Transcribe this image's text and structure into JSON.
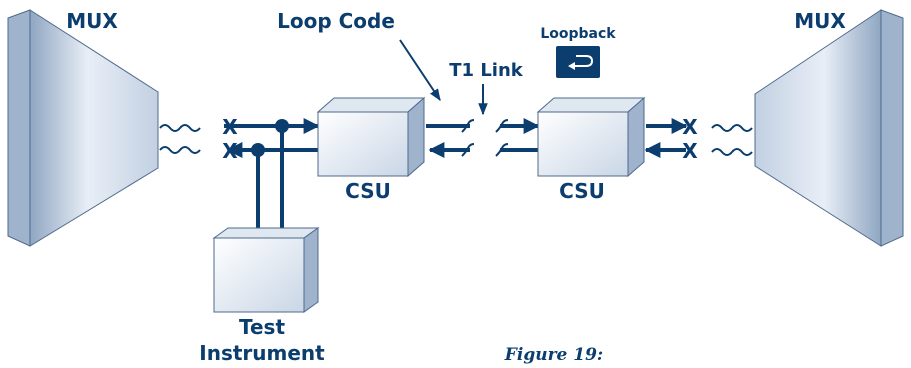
{
  "labels": {
    "mux_left": "MUX",
    "mux_right": "MUX",
    "loop_code": "Loop Code",
    "t1_link": "T1 Link",
    "loopback": "Loopback",
    "csu_left": "CSU",
    "csu_right": "CSU",
    "test_line1": "Test",
    "test_line2": "Instrument",
    "x_mark": "X",
    "figure_caption": "Figure 19:"
  },
  "colors": {
    "line": "#0b3d6e",
    "box_light": "#f2f6fb",
    "box_mid": "#c9d6e6",
    "box_dark": "#8fa6c2",
    "loopback_box": "#0b3d6e"
  }
}
